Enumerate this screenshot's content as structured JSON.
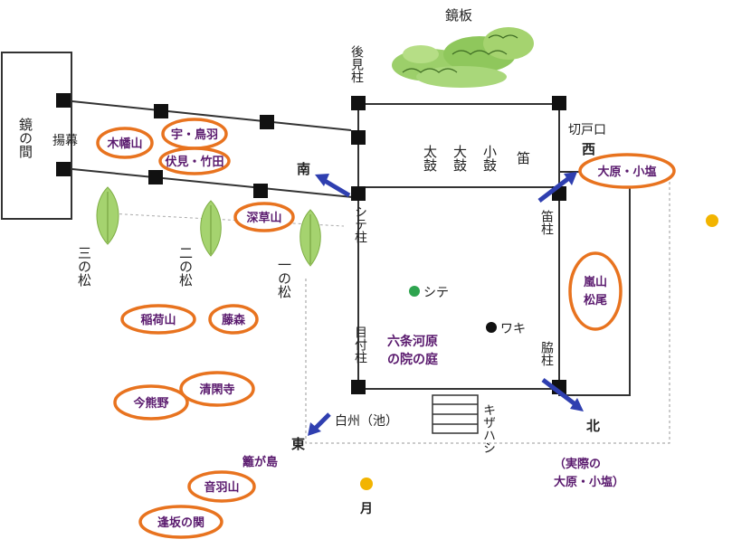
{
  "colors": {
    "accent_orange": "#e8731f",
    "label_purple": "#5a1a6e",
    "arrow_blue": "#2f3fb0",
    "tree_green": "#9ccf6a",
    "pine_green": "#7cb342",
    "moon_yellow": "#f2b400",
    "shite_green": "#2ea44f"
  },
  "title_kagamiita": "鏡板",
  "kagami_no_ma": "鏡の間",
  "agemaku": "揚幕",
  "pillars": {
    "koken": "後見柱",
    "shite": "シテ柱",
    "metsuke": "目付柱",
    "fue": "笛柱",
    "waki": "脇柱"
  },
  "kirido": "切戸口",
  "hayashi": [
    "太鼓",
    "大鼓",
    "小鼓",
    "笛"
  ],
  "pines": [
    "三の松",
    "二の松",
    "一の松"
  ],
  "directions": {
    "south": "南",
    "west": "西",
    "east": "東",
    "north": "北"
  },
  "places": {
    "kohata": "木幡山",
    "uji_toba": "宇・鳥羽",
    "fushimi_takeda": "伏見・竹田",
    "fukakusa": "深草山",
    "inari": "稲荷山",
    "fujinomori": "藤森",
    "kiyomizu": "清閑寺",
    "imagumano": "今熊野",
    "otowa": "音羽山",
    "osaka": "逢坂の関",
    "ohara_oshio": "大原・小塩",
    "arashiyama": "嵐山\n松尾"
  },
  "stage_name": [
    "六条河原",
    "の院の庭"
  ],
  "shite": "シテ",
  "waki": "ワキ",
  "shirasu": "白州（池）",
  "kizahashi": "キザハシ",
  "magaki": "籬が島",
  "moon": "月",
  "actual_ohara": [
    "（実際の",
    "大原・小塩）"
  ]
}
